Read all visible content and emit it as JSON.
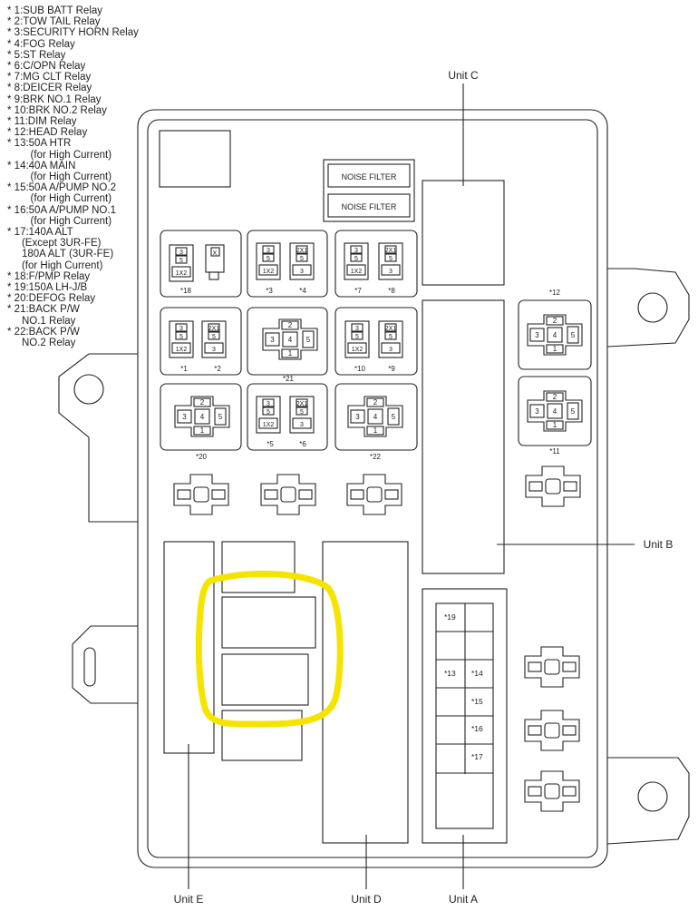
{
  "legend": [
    "* 1:SUB BATT Relay",
    "* 2:TOW TAIL Relay",
    "* 3:SECURITY HORN Relay",
    "* 4:FOG Relay",
    "* 5:ST Relay",
    "* 6:C/OPN Relay",
    "* 7:MG CLT Relay",
    "* 8:DEICER Relay",
    "* 9:BRK NO.1 Relay",
    "* 10:BRK NO.2 Relay",
    "* 11:DIM Relay",
    "* 12:HEAD Relay",
    "* 13:50A HTR",
    "        (for High Current)",
    "* 14:40A MAIN",
    "        (for High Current)",
    "* 15:50A A/PUMP NO.2",
    "        (for High Current)",
    "* 16:50A A/PUMP NO.1",
    "        (for High Current)",
    "* 17:140A ALT",
    "     (Except 3UR-FE)",
    "     180A ALT (3UR-FE)",
    "     (for High Current)",
    "* 18:F/PMP Relay",
    "* 19:150A LH-J/B",
    "* 20:DEFOG Relay",
    "* 21:BACK P/W",
    "     NO.1 Relay",
    "* 22:BACK P/W",
    "     NO.2 Relay"
  ],
  "units": {
    "a": "Unit A",
    "b": "Unit B",
    "c": "Unit C",
    "d": "Unit D",
    "e": "Unit E"
  },
  "noise_filters": [
    "NOISE FILTER",
    "NOISE FILTER"
  ],
  "relay_labels": {
    "r18": "*18",
    "r3": "*3",
    "r4": "*4",
    "r7": "*7",
    "r8": "*8",
    "r1": "*1",
    "r2": "*2",
    "r21": "*21",
    "r10": "*10",
    "r9": "*9",
    "r20": "*20",
    "r5": "*5",
    "r6": "*6",
    "r22": "*22",
    "r12": "*12",
    "r11": "*11"
  },
  "fuse_labels": {
    "f19": "*19",
    "f13": "*13",
    "f14": "*14",
    "f15": "*15",
    "f16": "*16",
    "f17": "*17"
  },
  "pins": {
    "p1": "1",
    "p2": "2",
    "p3": "3",
    "p4": "4",
    "p5": "5",
    "px": "X"
  },
  "highlight_color": "#f5e400"
}
